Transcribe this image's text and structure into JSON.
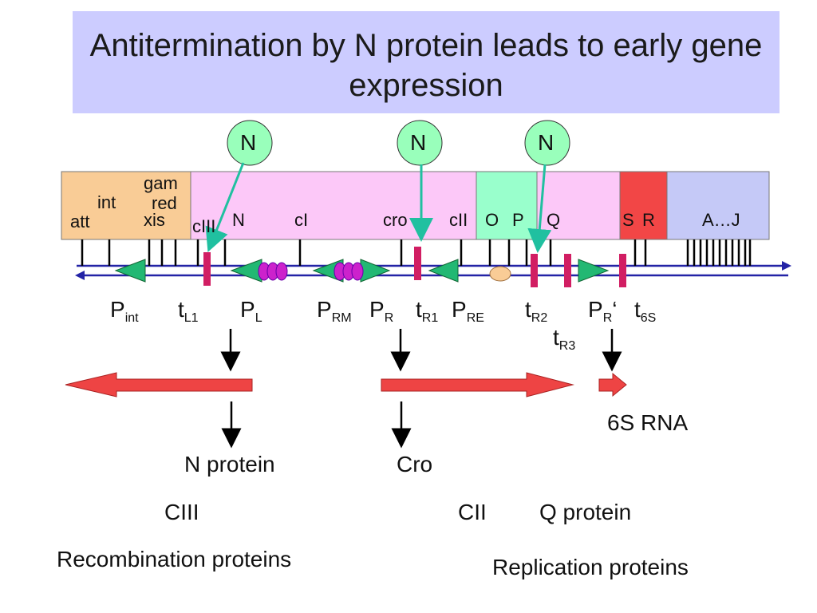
{
  "title": "Antitermination by N protein leads to early gene expression",
  "n_bubbles": [
    "N",
    "N",
    "N"
  ],
  "genes": {
    "att": "att",
    "int": "int",
    "gam": "gam",
    "red": "red",
    "xis": "xis",
    "cIII": "cIII",
    "N": "N",
    "cI": "cI",
    "cro": "cro",
    "cII": "cII",
    "O": "O",
    "P": "P",
    "Q": "Q",
    "S": "S",
    "R": "R",
    "AJ": "A…J"
  },
  "markers": {
    "p_int": {
      "main": "P",
      "sub": "int"
    },
    "t_l1": {
      "main": "t",
      "sub": "L1"
    },
    "p_l": {
      "main": "P",
      "sub": "L"
    },
    "p_rm": {
      "main": "P",
      "sub": "RM"
    },
    "p_r": {
      "main": "P",
      "sub": "R"
    },
    "t_r1": {
      "main": "t",
      "sub": "R1"
    },
    "p_re": {
      "main": "P",
      "sub": "RE"
    },
    "t_r2": {
      "main": "t",
      "sub": "R2"
    },
    "t_r3": {
      "main": "t",
      "sub": "R3"
    },
    "p_r_prime": {
      "main": "P",
      "sub": "R",
      "suffix": "‘"
    },
    "t_6s": {
      "main": "t",
      "sub": "6S"
    }
  },
  "products": {
    "rna6s": "6S RNA",
    "n_protein": "N protein",
    "cro": "Cro",
    "ciii": "CIII",
    "cii": "CII",
    "q_protein": "Q protein",
    "recombination": "Recombination proteins",
    "replication": "Replication proteins"
  },
  "colors": {
    "title_bg": "#ccccff",
    "region_left": "#f9cc96",
    "region_mid": "#fcc8f8",
    "region_green": "#99ffcc",
    "region_red": "#f24646",
    "region_blue": "#c5c9f7",
    "dna_line": "#2323a6",
    "promoter_green": "#22b873",
    "terminator": "#d11e63",
    "repressor": "#cc22cc",
    "origin": "#f9cc96",
    "n_bubble": "#99ffbb",
    "n_arrow": "#20c0a0",
    "transcript": "#ee4444"
  }
}
